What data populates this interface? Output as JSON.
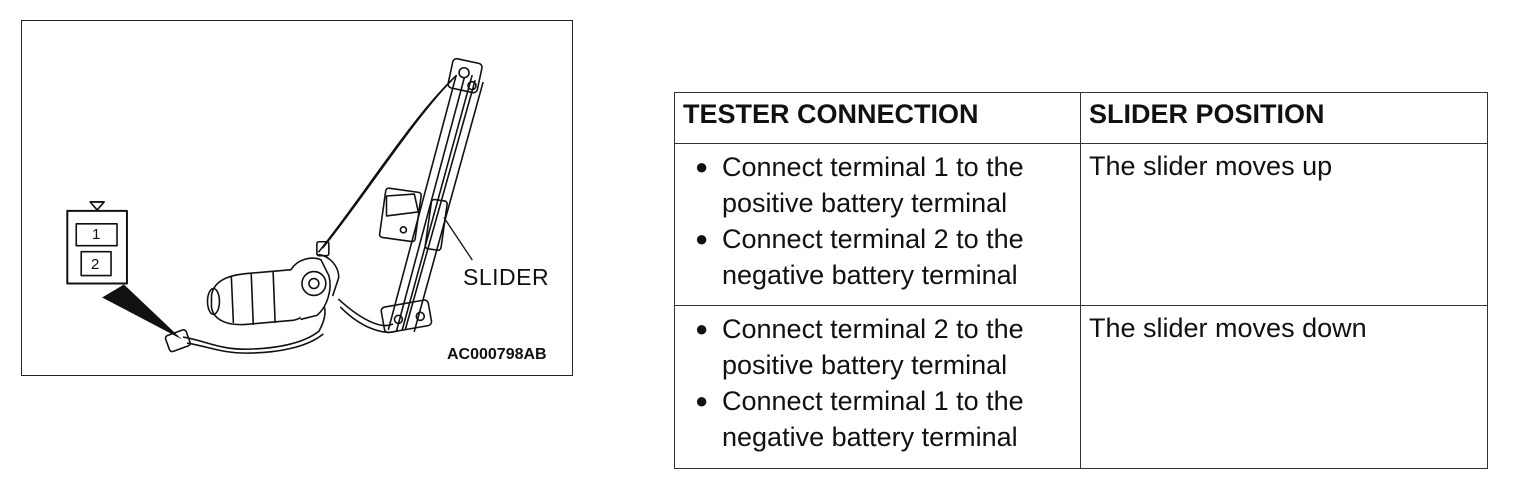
{
  "figure": {
    "connector_pins": [
      "1",
      "2"
    ],
    "callout_label": "SLIDER",
    "figure_id": "AC000798AB"
  },
  "table": {
    "headers": [
      "TESTER CONNECTION",
      "SLIDER POSITION"
    ],
    "rows": [
      {
        "steps": [
          "Connect terminal 1 to the positive battery terminal",
          "Connect terminal 2 to the negative battery terminal"
        ],
        "result": "The slider moves up"
      },
      {
        "steps": [
          "Connect terminal 2 to the positive battery terminal",
          "Connect terminal 1 to the negative battery terminal"
        ],
        "result": "The slider moves down"
      }
    ]
  }
}
